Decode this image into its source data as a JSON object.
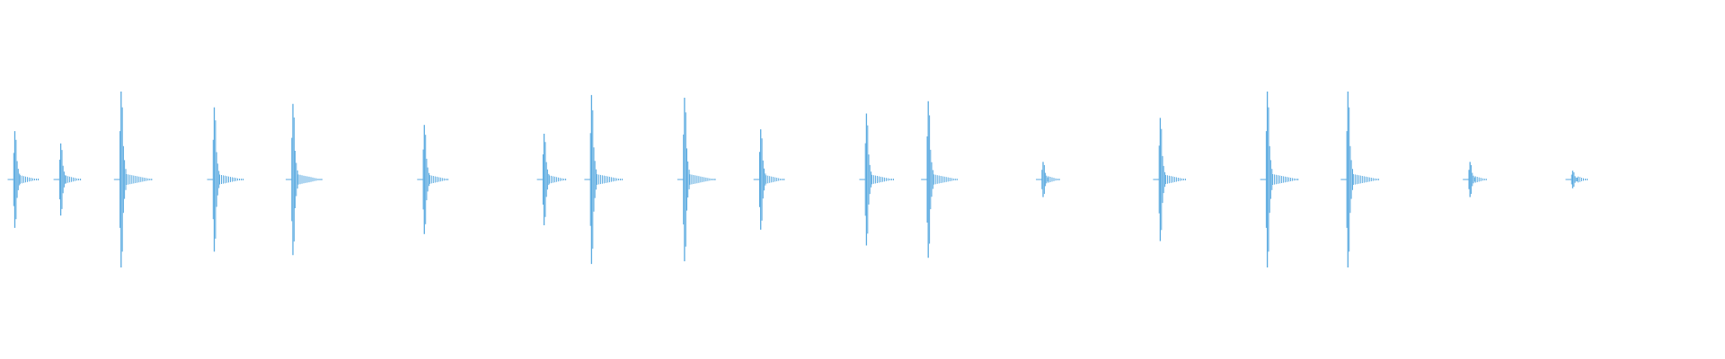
{
  "chart_data": {
    "type": "waveform",
    "title": "",
    "xlabel": "",
    "ylabel": "",
    "ylim": [
      -1,
      1
    ],
    "grid": false,
    "legend": "none",
    "duration": 1,
    "color": "#5aaae0",
    "peaks": [
      {
        "t": 0.0086,
        "amp": 0.55
      },
      {
        "t": 0.0352,
        "amp": 0.41
      },
      {
        "t": 0.0702,
        "amp": 1.0
      },
      {
        "t": 0.1242,
        "amp": 0.82
      },
      {
        "t": 0.1698,
        "amp": 0.86
      },
      {
        "t": 0.246,
        "amp": 0.62
      },
      {
        "t": 0.3154,
        "amp": 0.52
      },
      {
        "t": 0.3429,
        "amp": 0.96
      },
      {
        "t": 0.3968,
        "amp": 0.93
      },
      {
        "t": 0.441,
        "amp": 0.57
      },
      {
        "t": 0.5023,
        "amp": 0.75
      },
      {
        "t": 0.5381,
        "amp": 0.89
      },
      {
        "t": 0.6047,
        "amp": 0.2
      },
      {
        "t": 0.6726,
        "amp": 0.7
      },
      {
        "t": 0.7347,
        "amp": 1.0
      },
      {
        "t": 0.7814,
        "amp": 1.0
      },
      {
        "t": 0.8522,
        "amp": 0.2
      },
      {
        "t": 0.9117,
        "amp": 0.1
      }
    ]
  }
}
